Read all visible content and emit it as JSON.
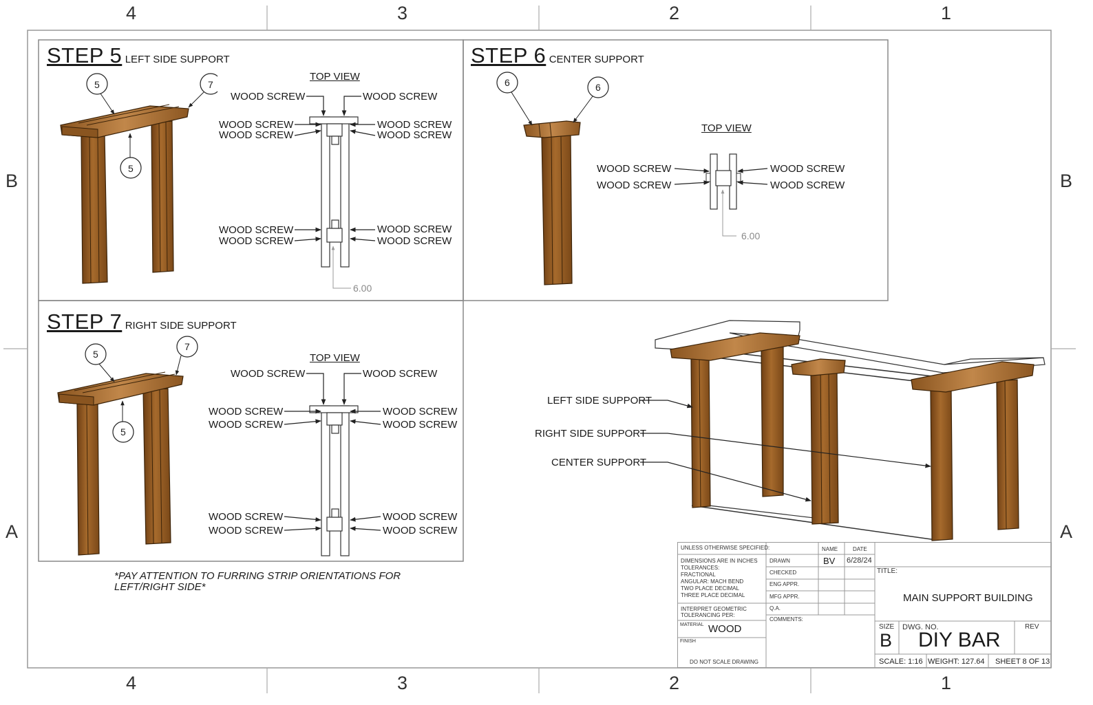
{
  "zones": {
    "columns": [
      "4",
      "3",
      "2",
      "1"
    ],
    "rows": [
      "B",
      "A"
    ]
  },
  "steps": {
    "step5": {
      "title": "STEP 5",
      "subtitle": "LEFT SIDE SUPPORT",
      "top_view": "TOP VIEW",
      "balloons": [
        "5",
        "7",
        "5"
      ],
      "screw_label": "WOOD SCREW",
      "dimension": "6.00"
    },
    "step6": {
      "title": "STEP 6",
      "subtitle": "CENTER SUPPORT",
      "top_view": "TOP VIEW",
      "balloons": [
        "6",
        "6"
      ],
      "screw_label": "WOOD SCREW",
      "dimension": "6.00"
    },
    "step7": {
      "title": "STEP 7",
      "subtitle": "RIGHT SIDE SUPPORT",
      "top_view": "TOP VIEW",
      "balloons": [
        "5",
        "7",
        "5"
      ],
      "screw_label": "WOOD SCREW"
    }
  },
  "assembly": {
    "callouts": [
      "LEFT SIDE SUPPORT",
      "RIGHT SIDE SUPPORT",
      "CENTER SUPPORT"
    ]
  },
  "note": {
    "line1": "*PAY ATTENTION TO FURRING STRIP ORIENTATIONS FOR",
    "line2": "LEFT/RIGHT SIDE*"
  },
  "title_block": {
    "unless_specified": "UNLESS OTHERWISE SPECIFIED:",
    "dims_lines": [
      "DIMENSIONS ARE IN INCHES",
      "TOLERANCES:",
      "FRACTIONAL",
      "ANGULAR: MACH      BEND",
      "TWO PLACE DECIMAL",
      "THREE PLACE DECIMAL"
    ],
    "interpret": [
      "INTERPRET GEOMETRIC",
      "TOLERANCING PER:"
    ],
    "material_label": "MATERIAL",
    "material_value": "WOOD",
    "finish_label": "FINISH",
    "do_not_scale": "DO NOT SCALE DRAWING",
    "name_header": "NAME",
    "date_header": "DATE",
    "rows": [
      "DRAWN",
      "CHECKED",
      "ENG APPR.",
      "MFG APPR.",
      "Q.A.",
      "COMMENTS:"
    ],
    "drawn_name": "BV",
    "drawn_date": "6/28/24",
    "title_label": "TITLE:",
    "title_value": "MAIN SUPPORT BUILDING",
    "size_label": "SIZE",
    "size_value": "B",
    "dwg_label": "DWG.  NO.",
    "dwg_value": "DIY BAR",
    "rev_label": "REV",
    "scale": "SCALE: 1:16",
    "weight": "WEIGHT: 127.64",
    "sheet": "SHEET 8 OF 13"
  },
  "colors": {
    "wood_dark": "#7a4a1c",
    "wood_mid": "#a86a2e",
    "wood_light": "#c48a48",
    "line": "#333333"
  }
}
